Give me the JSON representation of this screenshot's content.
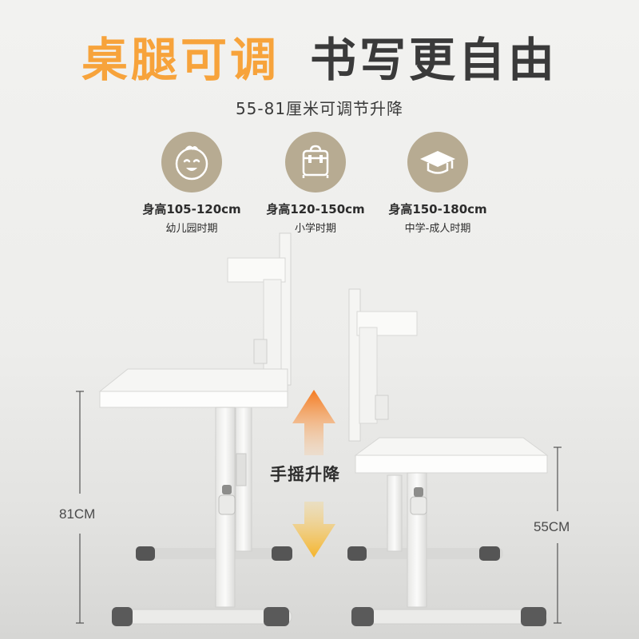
{
  "headline": {
    "highlight": "桌腿可调",
    "rest": "书写更自由"
  },
  "subtitle": "55-81厘米可调节升降",
  "stages": [
    {
      "icon": "baby-face-icon",
      "height": "身高105-120cm",
      "period": "幼儿园时期"
    },
    {
      "icon": "school-bag-icon",
      "height": "身高120-150cm",
      "period": "小学时期"
    },
    {
      "icon": "graduation-cap-icon",
      "height": "身高150-180cm",
      "period": "中学-成人时期"
    }
  ],
  "dimensions": {
    "high": "81CM",
    "low": "55CM"
  },
  "crank_label": "手摇升降",
  "colors": {
    "accent": "#f7a33b",
    "badge": "#b7ab92",
    "text": "#3a3a3a"
  }
}
